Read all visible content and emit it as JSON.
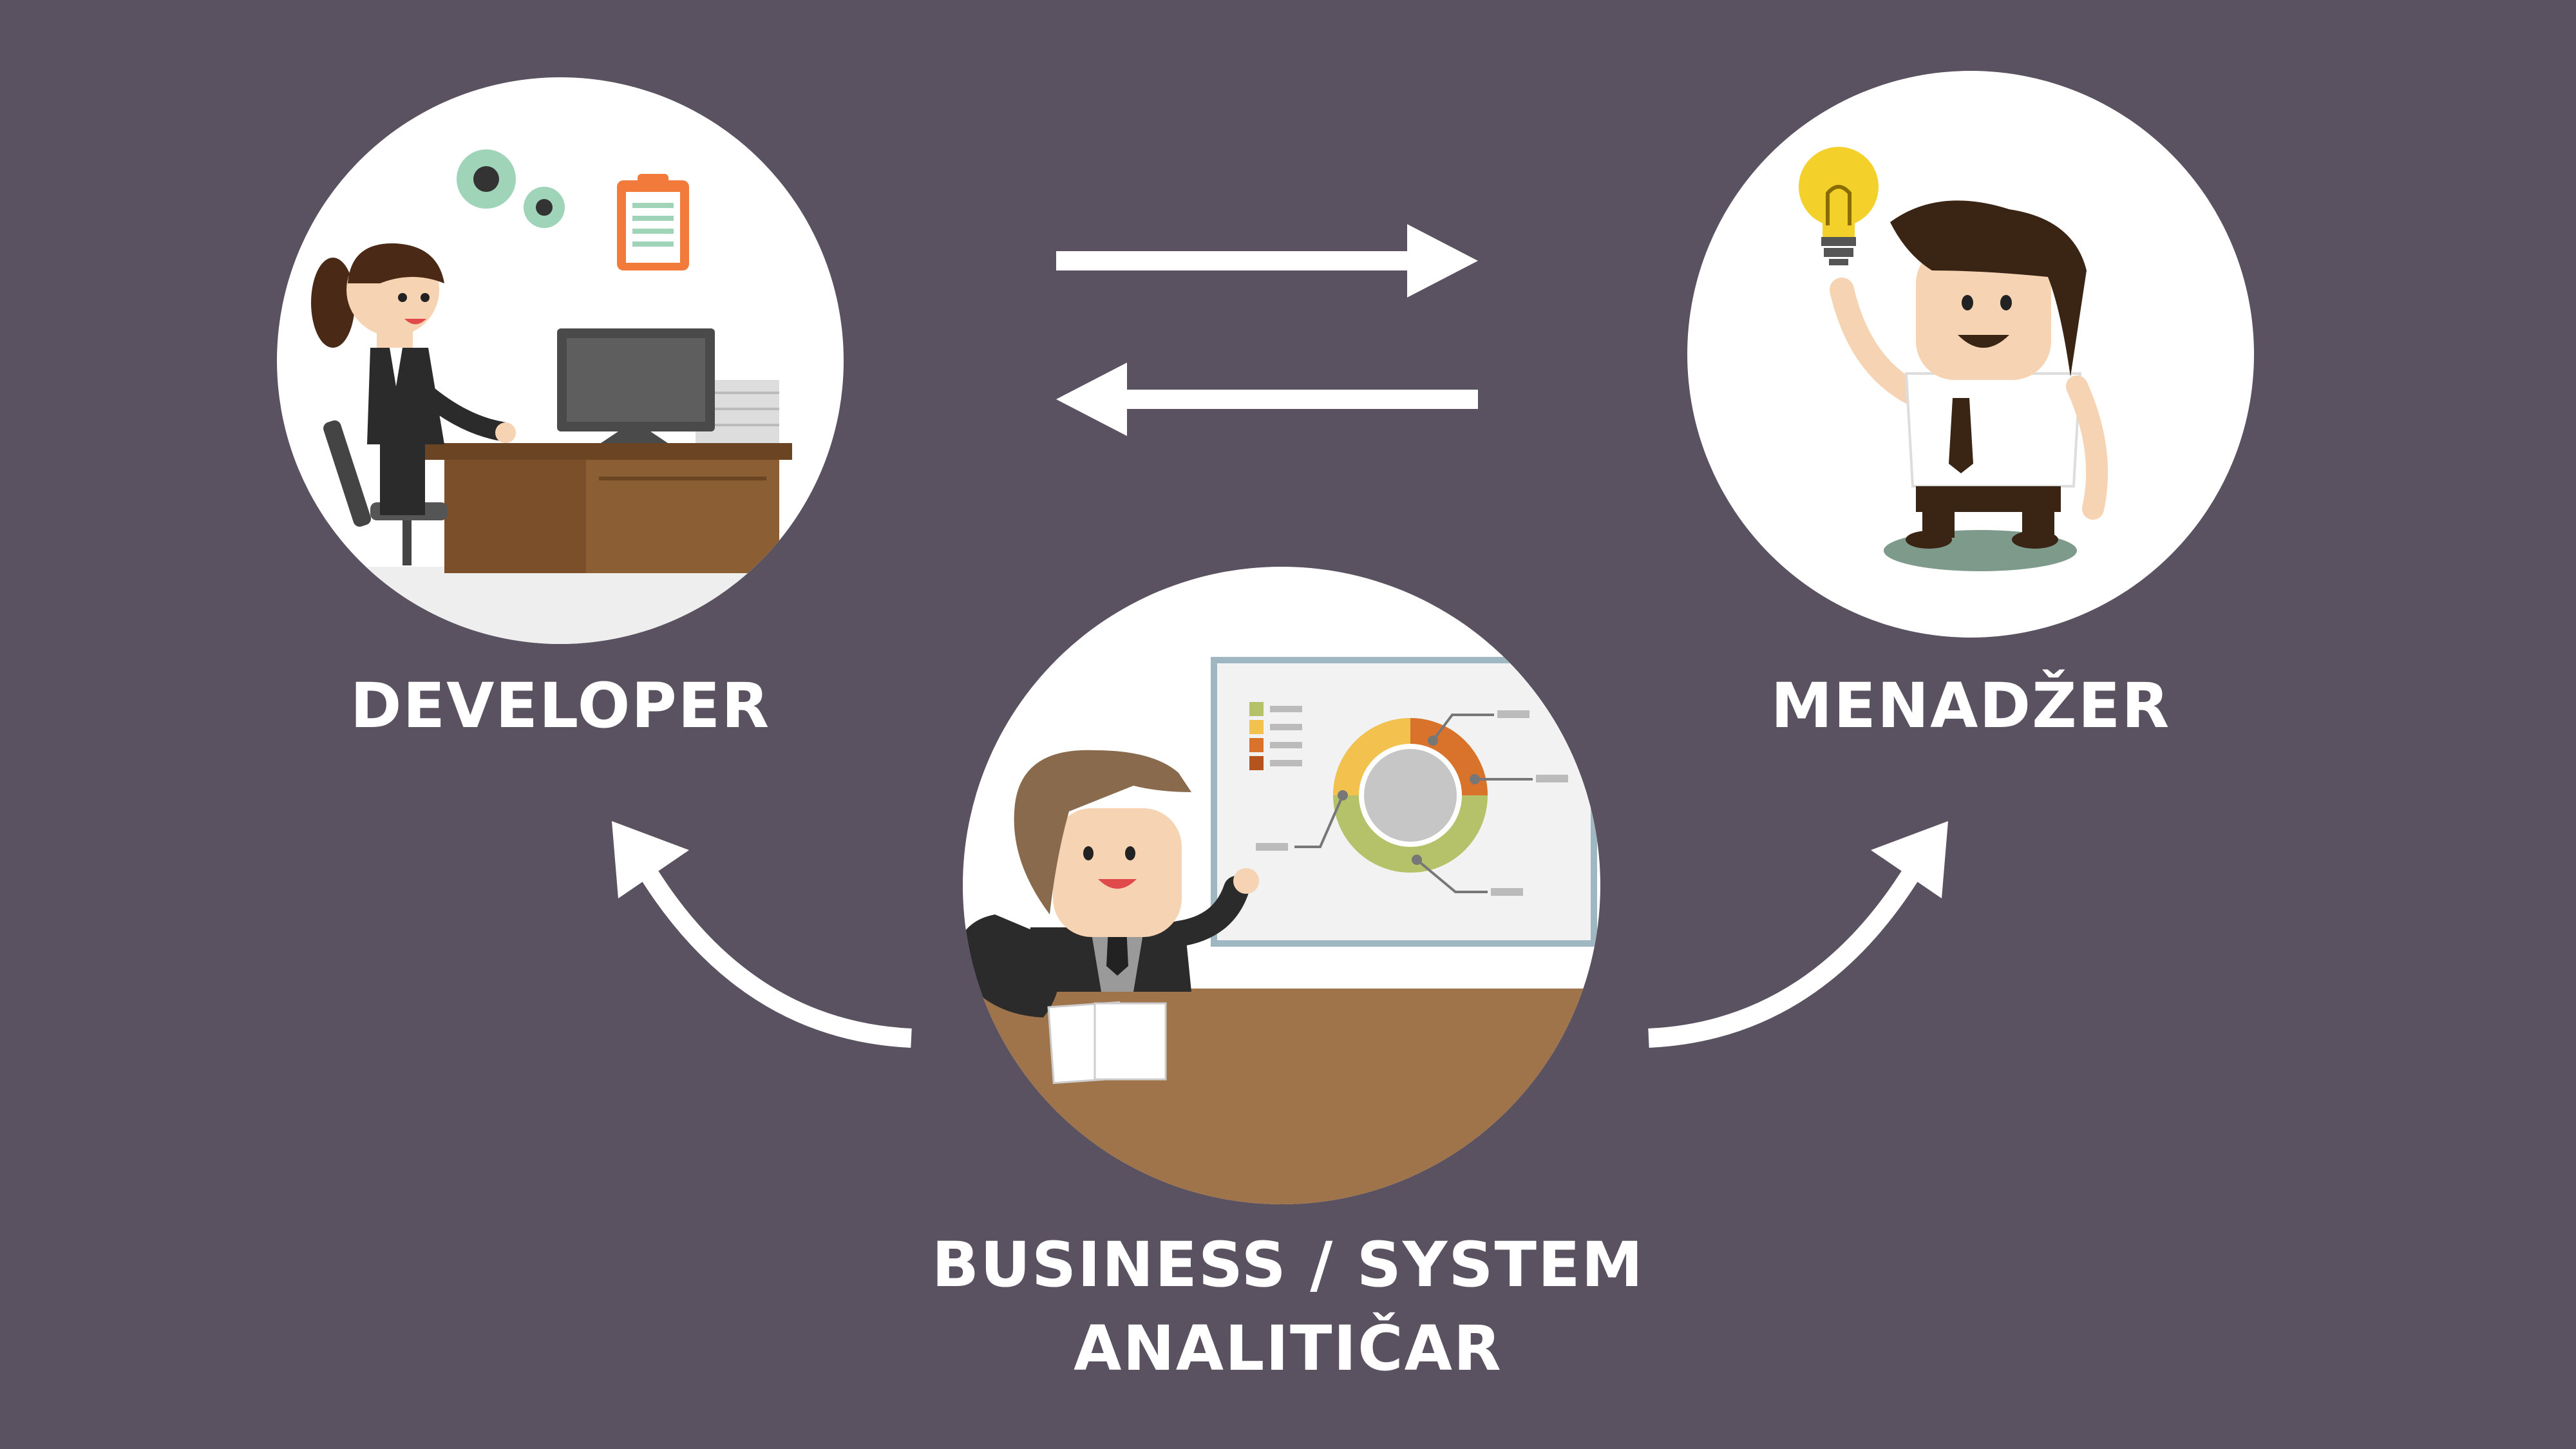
{
  "roles": {
    "developer": "DEVELOPER",
    "manager": "MENADŽER",
    "analyst_line1": "BUSINESS / SYSTEM",
    "analyst_line2": "ANALITIČAR"
  },
  "colors": {
    "background": "#5a5260",
    "circle": "#ffffff",
    "arrow": "#ffffff",
    "desk_brown": "#8b5e34",
    "suit": "#2b2b2b",
    "bulb": "#f3d12a",
    "chart_orange": "#d9722a",
    "chart_yellow": "#f2c14e",
    "chart_green": "#b5c26a"
  },
  "icons": [
    "gear-icon",
    "clipboard-icon",
    "computer-monitor-icon",
    "lightbulb-icon",
    "presentation-board-icon",
    "donut-chart-icon"
  ]
}
